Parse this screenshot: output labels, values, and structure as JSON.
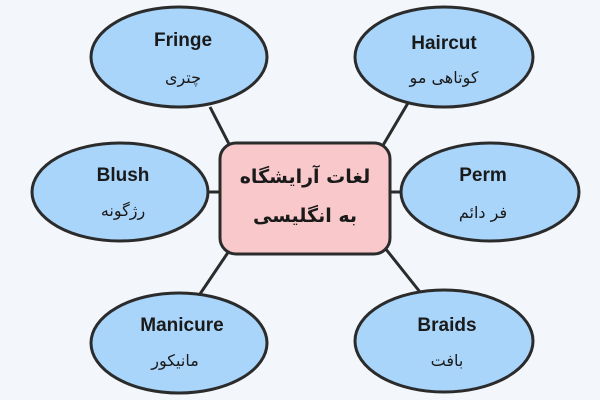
{
  "center": {
    "line1": "لغات آرایشگاه",
    "line2": "به انگلیسی",
    "fill": "#f8c8cb"
  },
  "node_fill": "#a9d5fb",
  "nodes": [
    {
      "id": "fringe",
      "en": "Fringe",
      "fa": "چتری"
    },
    {
      "id": "haircut",
      "en": "Haircut",
      "fa": "کوتاهی مو"
    },
    {
      "id": "blush",
      "en": "Blush",
      "fa": "رژگونه"
    },
    {
      "id": "perm",
      "en": "Perm",
      "fa": "فر دائم"
    },
    {
      "id": "manicure",
      "en": "Manicure",
      "fa": "مانیکور"
    },
    {
      "id": "braids",
      "en": "Braids",
      "fa": "بافت"
    }
  ]
}
